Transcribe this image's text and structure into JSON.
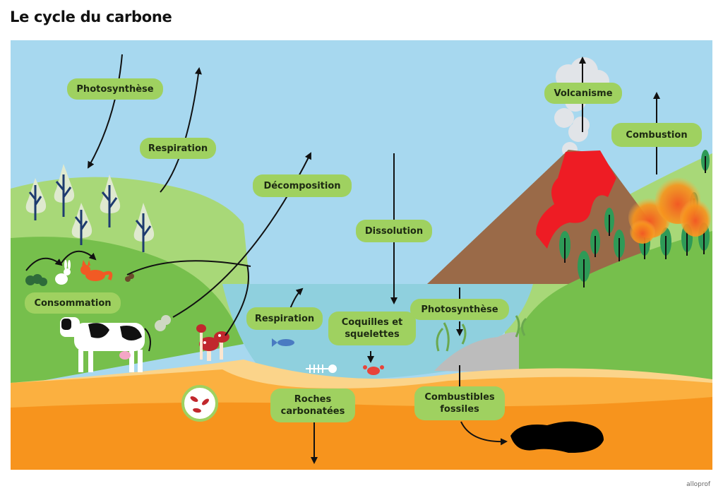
{
  "title": "Le cycle du carbone",
  "labels": {
    "photosynthese_terre": "Photosynthèse",
    "respiration_terre": "Respiration",
    "decomposition": "Décomposition",
    "consommation": "Consommation",
    "dissolution": "Dissolution",
    "respiration_eau": "Respiration",
    "coquilles": "Coquilles et squelettes",
    "photosynthese_eau": "Photosynthèse",
    "roches": "Roches carbonatées",
    "combustibles": "Combustibles fossiles",
    "volcanisme": "Volcanisme",
    "combustion": "Combustion"
  },
  "brand": "alloprof",
  "colors": {
    "sky": "#a7d8ef",
    "label_bg": "#9fd160",
    "hill_light": "#a8d878",
    "hill_dark": "#76bf4c",
    "water": "#8fd0de",
    "sand": "#fbd48a",
    "soil_light": "#fbb040",
    "soil_dark": "#f7941d",
    "volcano": "#9a6a48",
    "lava": "#ee1c24",
    "fire": "#f7941d",
    "rock": "#bcbcbc",
    "oil": "#000000"
  }
}
